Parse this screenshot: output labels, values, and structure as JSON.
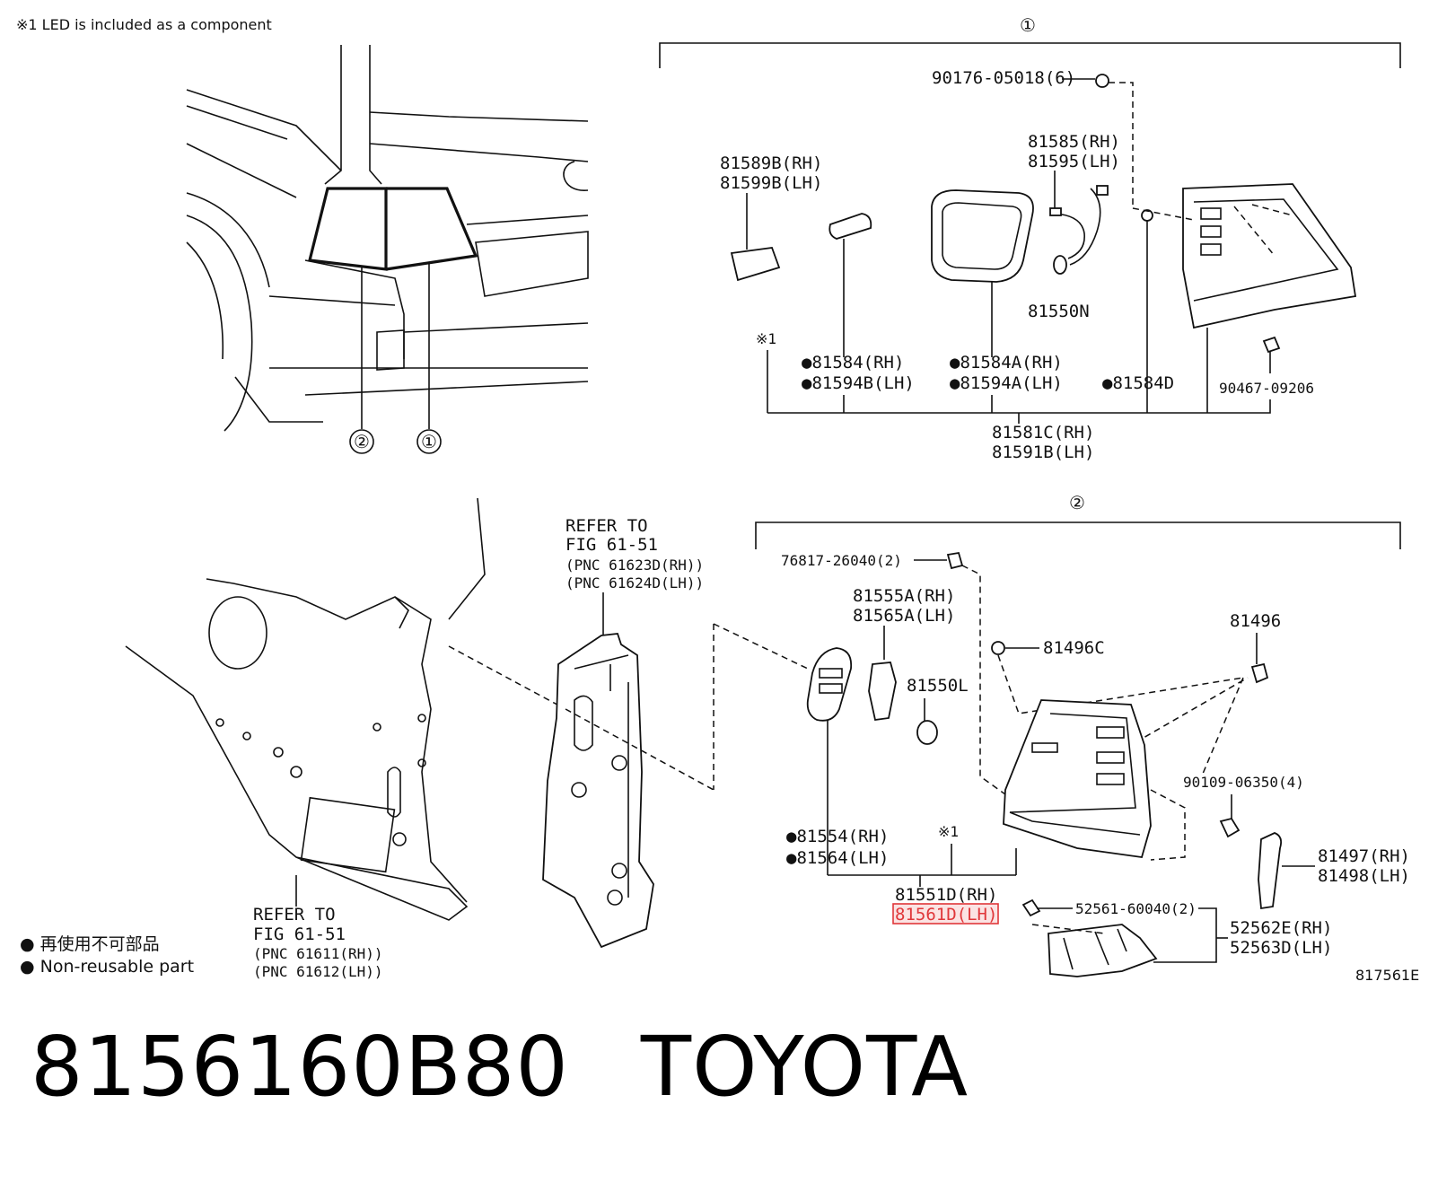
{
  "note": "※1 LED is included as a component",
  "assembly_marks": {
    "one": "①",
    "two": "②"
  },
  "upper": {
    "p90176": "90176-05018(6)",
    "p81589b": "81589B(RH)",
    "p81599b": "81599B(LH)",
    "p81585": "81585(RH)",
    "p81595": "81595(LH)",
    "p81550n": "81550N",
    "mark1": "※1",
    "p81584": "●81584(RH)",
    "p81594b": "●81594B(LH)",
    "p81584a": "●81584A(RH)",
    "p81594a": "●81594A(LH)",
    "p81584d": "●81584D",
    "p90467": "90467-09206",
    "p81581c": "81581C(RH)",
    "p81591b": "81591B(LH)"
  },
  "refer_upper": {
    "line1": "REFER TO",
    "line2": "FIG 61-51",
    "line3": "(PNC 61623D(RH))",
    "line4": "(PNC 61624D(LH))"
  },
  "lower": {
    "p76817": "76817-26040(2)",
    "p81555a": "81555A(RH)",
    "p81565a": "81565A(LH)",
    "p81550l": "81550L",
    "p81496c": "81496C",
    "p81496": "81496",
    "p90109": "90109-06350(4)",
    "p81554": "●81554(RH)",
    "p81564": "●81564(LH)",
    "mark1": "※1",
    "p81497": "81497(RH)",
    "p81498": "81498(LH)",
    "p81551d": "81551D(RH)",
    "p81561d": "81561D(LH)",
    "p52561": "52561-60040(2)",
    "p52562e": "52562E(RH)",
    "p52563d": "52563D(LH)"
  },
  "refer_lower": {
    "line1": "REFER TO",
    "line2": "FIG 61-51",
    "line3": "(PNC 61611(RH))",
    "line4": "(PNC 61612(LH))"
  },
  "legend": {
    "jp": "● 再使用不可部品",
    "en": "● Non-reusable part"
  },
  "figure_code": "817561E",
  "footer": {
    "part_number": "8156160B80",
    "brand": "TOYOTA"
  },
  "colors": {
    "highlight": "#e0373a",
    "highlight_fill": "#fbe3e3"
  }
}
